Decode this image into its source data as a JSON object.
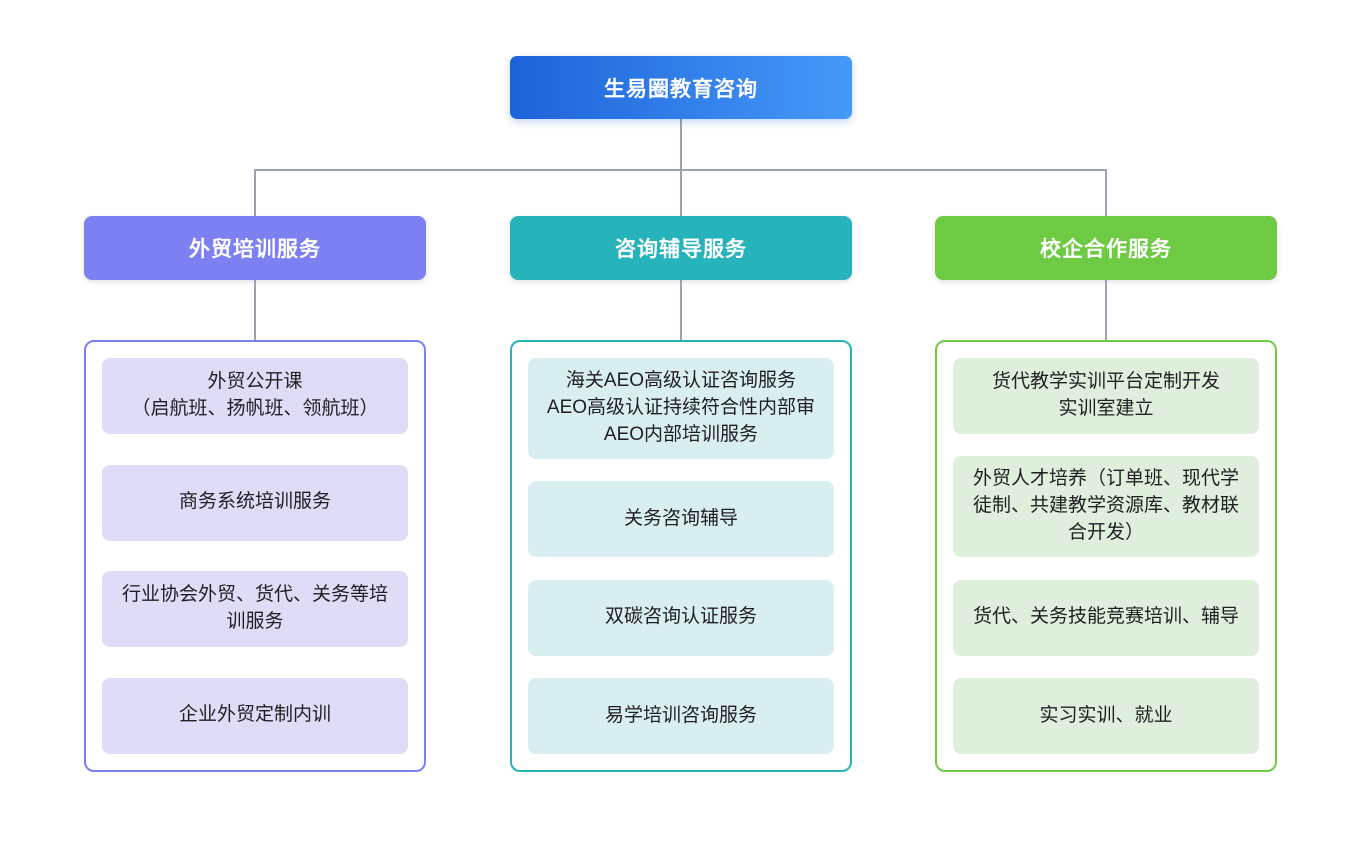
{
  "diagram_title": "生易圈教育咨询",
  "root": {
    "label": "生易圈教育咨询",
    "gradient_start": "#1d63da",
    "gradient_end": "#4599f8"
  },
  "connector_color": "#9aa3af",
  "branches": [
    {
      "label": "外贸培训服务",
      "accent_color": "#7d80f0",
      "item_bg_color": "#dedcf6",
      "items": [
        [
          "外贸公开课",
          "（启航班、扬帆班、领航班）"
        ],
        "商务系统培训服务",
        "行业协会外贸、货代、关务等培训服务",
        "企业外贸定制内训"
      ]
    },
    {
      "label": "咨询辅导服务",
      "accent_color": "#27b3bc",
      "item_bg_color": "#d9eef1",
      "items": [
        [
          "海关AEO高级认证咨询服务",
          "AEO高级认证持续符合性内部审",
          "AEO内部培训服务"
        ],
        "关务咨询辅导",
        "双碳咨询认证服务",
        "易学培训咨询服务"
      ]
    },
    {
      "label": "校企合作服务",
      "accent_color": "#6fca43",
      "item_bg_color": "#def0db",
      "items": [
        [
          "货代教学实训平台定制开发",
          "实训室建立"
        ],
        "外贸人才培养（订单班、现代学徒制、共建教学资源库、教材联合开发）",
        "货代、关务技能竞赛培训、辅导",
        "实习实训、就业"
      ]
    }
  ]
}
